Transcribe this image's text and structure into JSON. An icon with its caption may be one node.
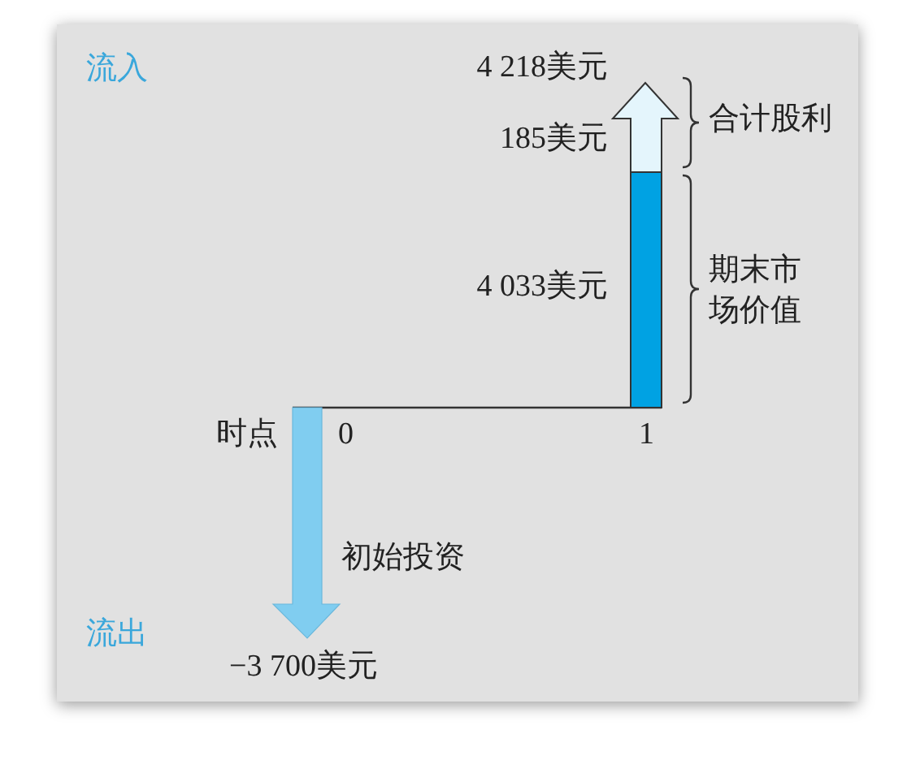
{
  "diagram": {
    "labels": [
      "流入",
      "4 218美元",
      "185美元",
      "合计股利",
      "4 033美元",
      "期末市场价值",
      "时点",
      "0",
      "1",
      "初始投资",
      "流出",
      "−3 700美元"
    ]
  }
}
